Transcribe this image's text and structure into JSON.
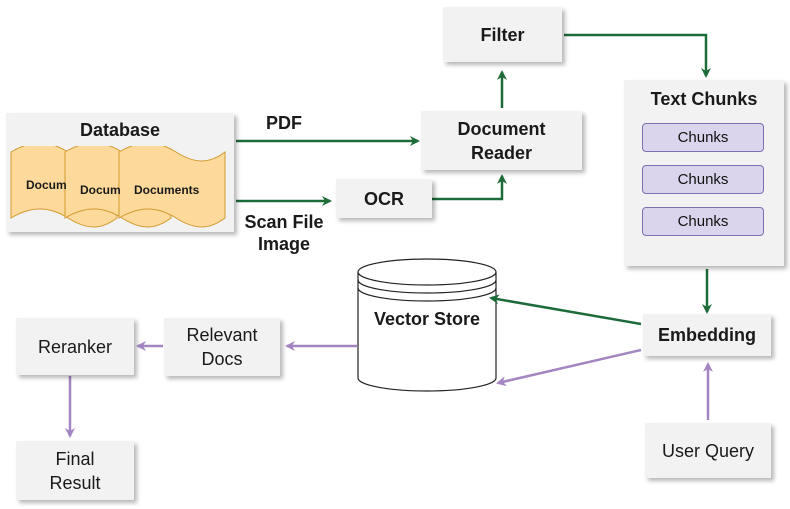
{
  "nodes": {
    "database": "Database",
    "documents": [
      "Docum",
      "Docum",
      "Documents"
    ],
    "filter": "Filter",
    "document_reader": [
      "Document",
      "Reader"
    ],
    "ocr": "OCR",
    "text_chunks": "Text Chunks",
    "chunks": [
      "Chunks",
      "Chunks",
      "Chunks"
    ],
    "embedding": "Embedding",
    "vector_store": "Vector Store",
    "user_query": "User Query",
    "relevant_docs": [
      "Relevant",
      "Docs"
    ],
    "reranker": "Reranker",
    "final_result": [
      "Final",
      "Result"
    ]
  },
  "edge_labels": {
    "pdf": "PDF",
    "scan": [
      "Scan File",
      "Image"
    ]
  },
  "colors": {
    "green_arrow": "#1e6b3a",
    "purple_arrow": "#a285c1",
    "box_fill": "#f2f2f2",
    "chunk_fill": "#dad5ec",
    "chunk_border": "#7d6fb0",
    "doc_fill": "#fdd99b",
    "doc_stroke": "#d29a2e"
  }
}
